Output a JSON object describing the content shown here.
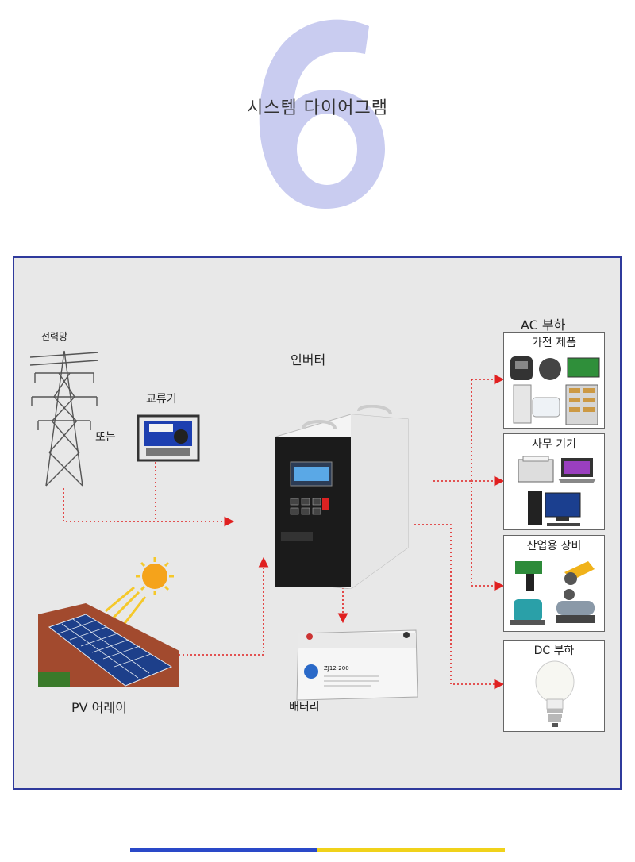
{
  "header": {
    "big_glyph": "6",
    "title": "시스템 다이어그램"
  },
  "diagram": {
    "grid_label": "전력망",
    "or_label": "또는",
    "generator_label": "교류기",
    "inverter_label": "인버터",
    "pv_label": "PV 어레이",
    "battery_label": "배터리",
    "battery_model": "ZJ12-200",
    "ac_load_label": "AC 부하",
    "dc_load_label": "DC 부하",
    "ac_groups": [
      {
        "title": "가전 제품"
      },
      {
        "title": "사무 기기"
      },
      {
        "title": "산업용 장비"
      }
    ]
  },
  "colors": {
    "frame": "#2f3a9c",
    "arrow": "#e02020",
    "glyph": "#c9ccf0",
    "bar_blue": "#2a49c8",
    "bar_yellow": "#f0d21a"
  }
}
